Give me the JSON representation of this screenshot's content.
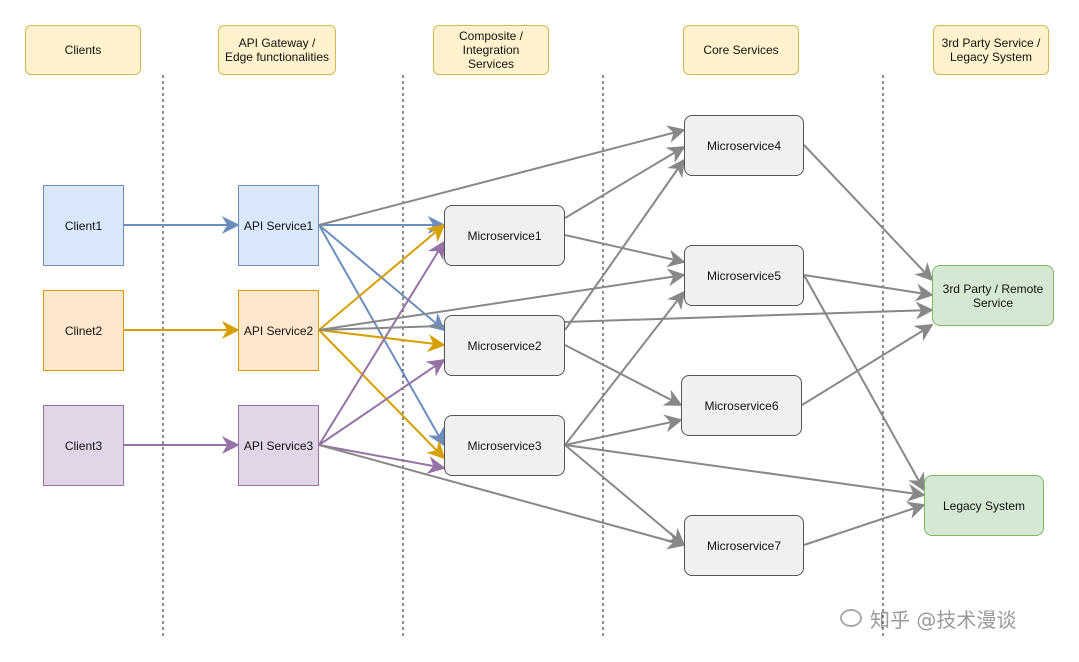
{
  "headers": {
    "clients": "Clients",
    "gateway": "API Gateway / Edge functionalities",
    "composite": "Composite / Integration Services",
    "core": "Core Services",
    "third_party": "3rd Party Service / Legacy System"
  },
  "clients": {
    "client1": "Client1",
    "client2": "Clinet2",
    "client3": "Client3"
  },
  "api_services": {
    "api1": "API Service1",
    "api2": "API Service2",
    "api3": "API Service3"
  },
  "composite_services": {
    "ms1": "Microservice1",
    "ms2": "Microservice2",
    "ms3": "Microservice3"
  },
  "core_services": {
    "ms4": "Microservice4",
    "ms5": "Microservice5",
    "ms6": "Microservice6",
    "ms7": "Microservice7"
  },
  "external": {
    "remote": "3rd Party / Remote Service",
    "legacy": "Legacy System"
  },
  "watermark": "知乎 @技术漫谈",
  "colors": {
    "blue": "#6c8ebf",
    "orange": "#d6a000",
    "purple": "#9673a6",
    "gray": "#888888"
  }
}
